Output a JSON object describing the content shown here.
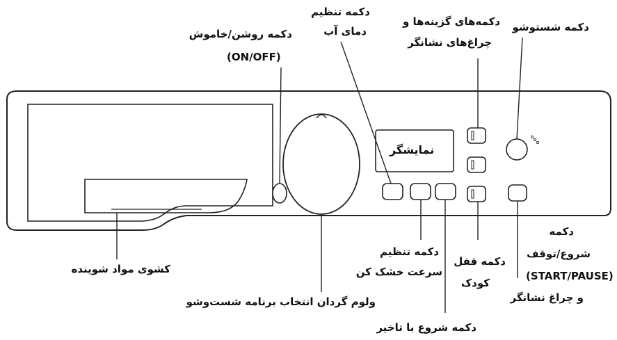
{
  "labels": {
    "power_button": "دکمه روشن/خاموش",
    "power_button_en": "(ON/OFF)",
    "temp_button_l1": "دکمه تنظیم",
    "temp_button_l2": "دمای آب",
    "option_buttons_l1": "دکمه‌های گزینه‌ها و",
    "option_buttons_l2": "چراغ‌های نشانگر",
    "wash_button": "دکمه شستوشو",
    "display": "نمایشگر",
    "drawer": "کشوی مواد شوینده",
    "program_knob": "ولوم گردان انتخاب برنامه شست‌وشو",
    "spin_button_l1": "دکمه تنظیم",
    "spin_button_l2": "سرعت خشک کن",
    "child_lock_l1": "دکمه قفل",
    "child_lock_l2": "کودک",
    "delay_start": "دکمه شروع با تاخیر",
    "start_pause_l1": "دکمه",
    "start_pause_l2": "شروع/توقف",
    "start_pause_en": "(START/PAUSE)",
    "start_pause_l4": "و چراغ نشانگر"
  }
}
